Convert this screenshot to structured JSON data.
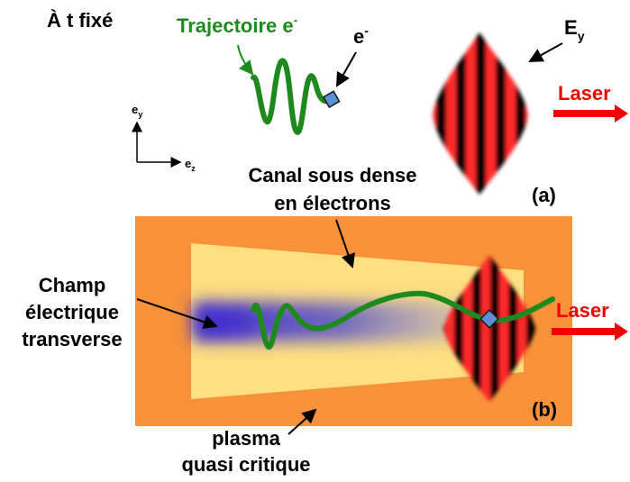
{
  "panel_a": {
    "time_label": "À t fixé",
    "trajectory_label": "Trajectoire e",
    "trajectory_sup": "-",
    "electron_label": "e",
    "electron_sup": "-",
    "field_label": "E",
    "field_sub": "y",
    "laser_label": "Laser",
    "axis_y": "e",
    "axis_y_sub": "y",
    "axis_z": "e",
    "axis_z_sub": "z",
    "panel_tag": "(a)"
  },
  "panel_b": {
    "channel_line1": "Canal sous dense",
    "channel_line2": "en électrons",
    "field_line1": "Champ",
    "field_line2": "électrique",
    "field_line3": "transverse",
    "plasma_line1": "plasma",
    "plasma_line2": "quasi critique",
    "laser_label": "Laser",
    "panel_tag": "(b)"
  },
  "colors": {
    "plasma": "#f7923a",
    "channel": "#ffdf80",
    "field": "#3f2bd0",
    "trajectory": "#1e8a1e",
    "laser": "#f00000",
    "electron": "#5b8fd6"
  }
}
